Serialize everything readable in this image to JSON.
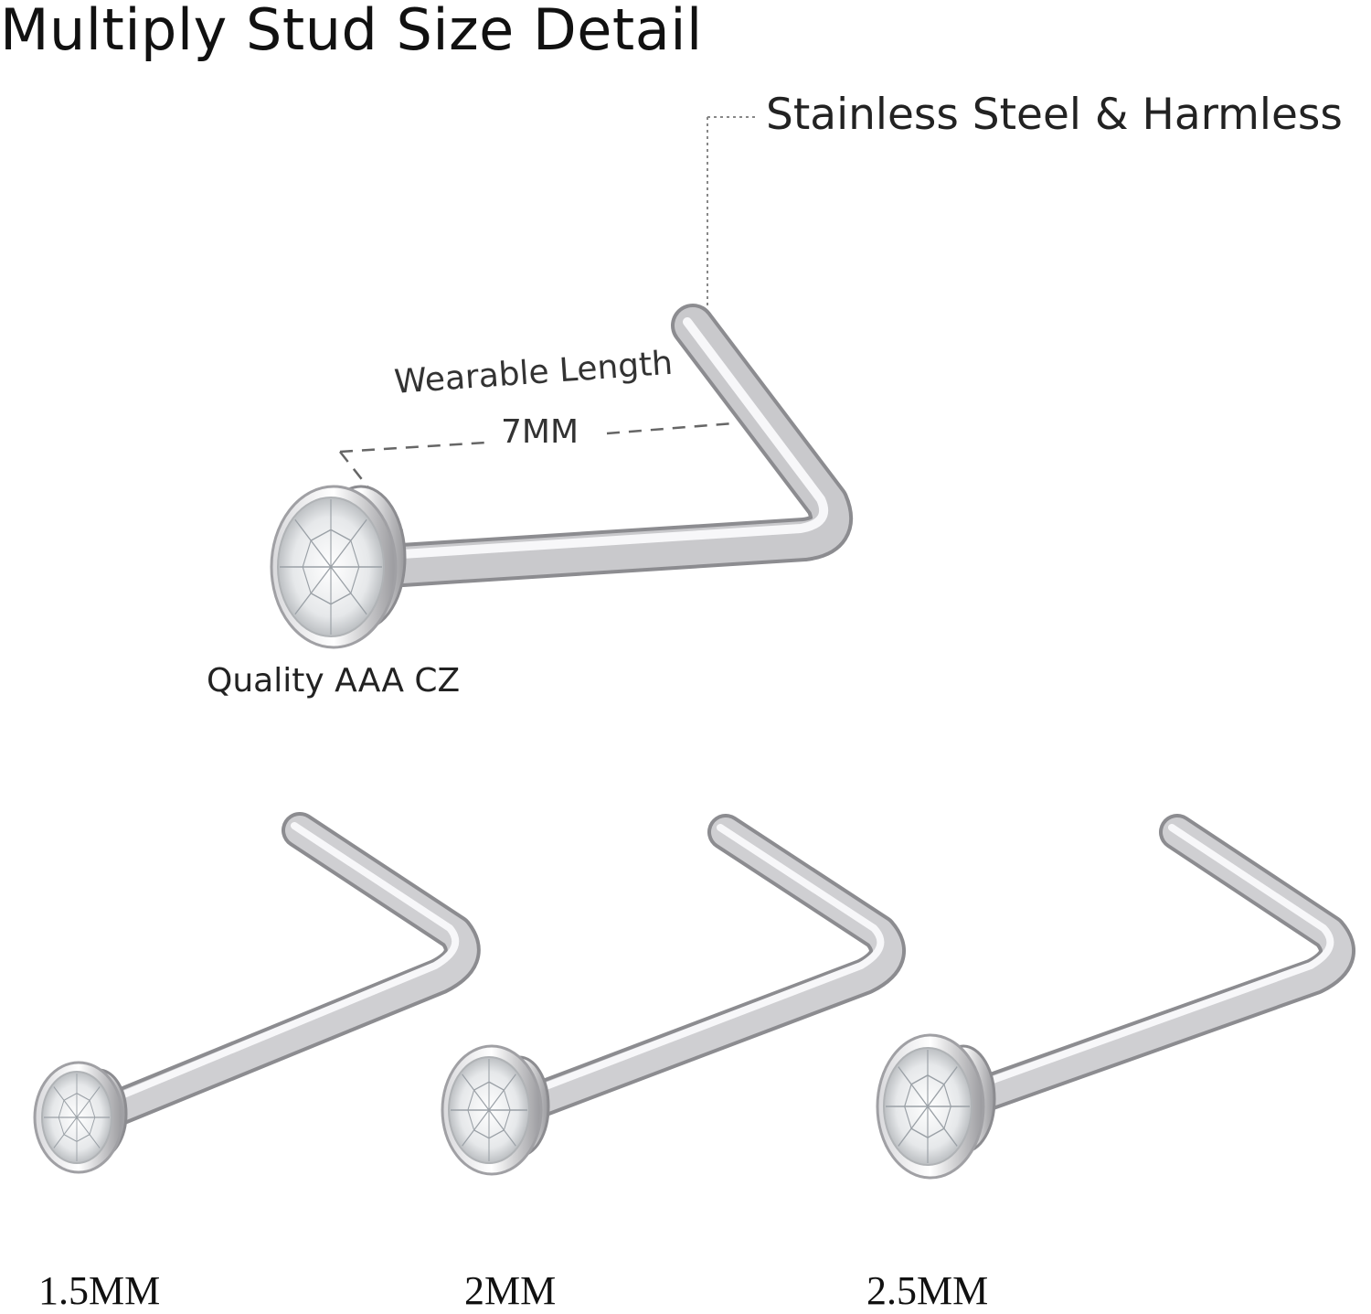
{
  "title": "Multiply Stud Size Detail",
  "annotations": {
    "material": "Stainless Steel & Harmless",
    "wearable_label": "Wearable Length",
    "wearable_value": "7MM",
    "gem": "Quality AAA CZ"
  },
  "sizes": [
    "1.5MM",
    "2MM",
    "2.5MM"
  ],
  "colors": {
    "metal": "#c9c9cc",
    "metal_dark": "#8c8c90",
    "metal_light": "#f4f4f6",
    "gem": "#eef0f2"
  },
  "icons": [
    "nose-stud-large",
    "nose-stud-small",
    "nose-stud-small",
    "nose-stud-small"
  ]
}
